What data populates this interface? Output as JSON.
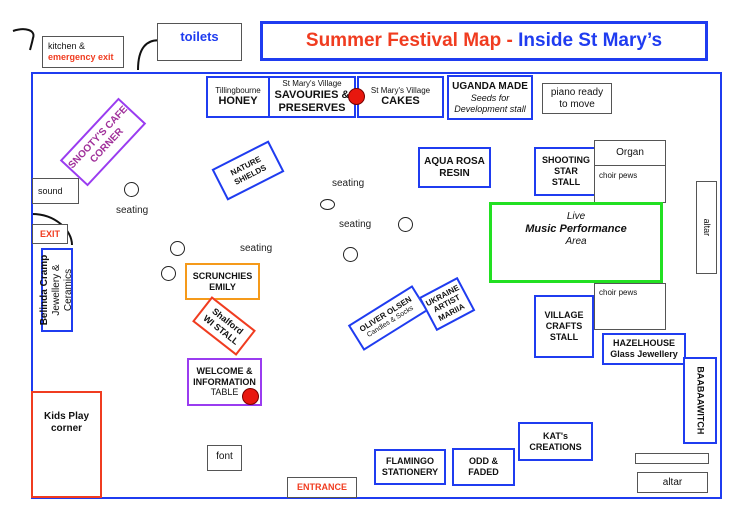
{
  "title": {
    "part1": "Summer Festival Map - ",
    "part2": "Inside St Mary’s",
    "color1": "#f03c20",
    "color2": "#1f3cf0"
  },
  "outside": {
    "kitchen": {
      "line1": "kitchen &",
      "line2": "emergency exit"
    },
    "toilets": "toilets"
  },
  "top_row": {
    "honey": {
      "small": "Tillingbourne",
      "big": "HONEY"
    },
    "savouries": {
      "small": "St Mary's Village",
      "big1": "SAVOURIES &",
      "big2": "PRESERVES"
    },
    "cakes": {
      "small": "St Mary's Village",
      "big": "CAKES"
    },
    "uganda": {
      "big": "UGANDA MADE",
      "it1": "Seeds for",
      "it2": "Development stall"
    },
    "piano": {
      "line1": "piano ready",
      "line2": "to move"
    }
  },
  "left": {
    "snooty": {
      "line1": "SNOOTY'S CAFE",
      "line2": "CORNER"
    },
    "sound": "sound",
    "exit": "EXIT",
    "belinda": {
      "line1": "Belinda Cramp",
      "line2": "Jewellery &",
      "line3": "Ceramics"
    },
    "kids": {
      "line1": "Kids Play",
      "line2": "corner"
    }
  },
  "middle": {
    "nature": {
      "line1": "NATURE",
      "line2": "SHIELDS"
    },
    "aqua": {
      "line1": "AQUA ROSA",
      "line2": "RESIN"
    },
    "scrunchies": {
      "line1": "SCRUNCHIES",
      "line2": "EMILY"
    },
    "shalford": {
      "line1": "Shalford",
      "line2": "WI STALL"
    },
    "welcome": {
      "line1": "WELCOME &",
      "line2": "INFORMATION",
      "line3": "TABLE"
    },
    "oliver": {
      "line1": "OLIVER OLSEN",
      "line2": "Candles & Socks"
    },
    "ukraine": {
      "line1": "UKRAINE",
      "line2": "ARTIST",
      "line3": "MARIIA"
    },
    "font": "font",
    "seating": [
      "seating",
      "seating",
      "seating",
      "seating"
    ]
  },
  "right": {
    "shooting": {
      "line1": "SHOOTING",
      "line2": "STAR",
      "line3": "STALL"
    },
    "organ": "Organ",
    "choir_pews_top": "choir pews",
    "choir_pews_bottom": "choir pews",
    "altar_side": "altar",
    "music": {
      "line1": "Live",
      "line2": "Music Performance",
      "line3": "Area"
    },
    "village_crafts": {
      "line1": "VILLAGE",
      "line2": "CRAFTS",
      "line3": "STALL"
    },
    "hazelhouse": {
      "line1": "HAZELHOUSE",
      "line2": "Glass Jewellery"
    },
    "baabaawitch": "BAABAAWITCH",
    "altar_bottom": "altar"
  },
  "bottom": {
    "flamingo": {
      "line1": "FLAMINGO",
      "line2": "STATIONERY"
    },
    "odd": {
      "line1": "ODD &",
      "line2": "FADED"
    },
    "kat": {
      "line1": "KAT's",
      "line2": "CREATIONS"
    },
    "entrance": "ENTRANCE"
  }
}
